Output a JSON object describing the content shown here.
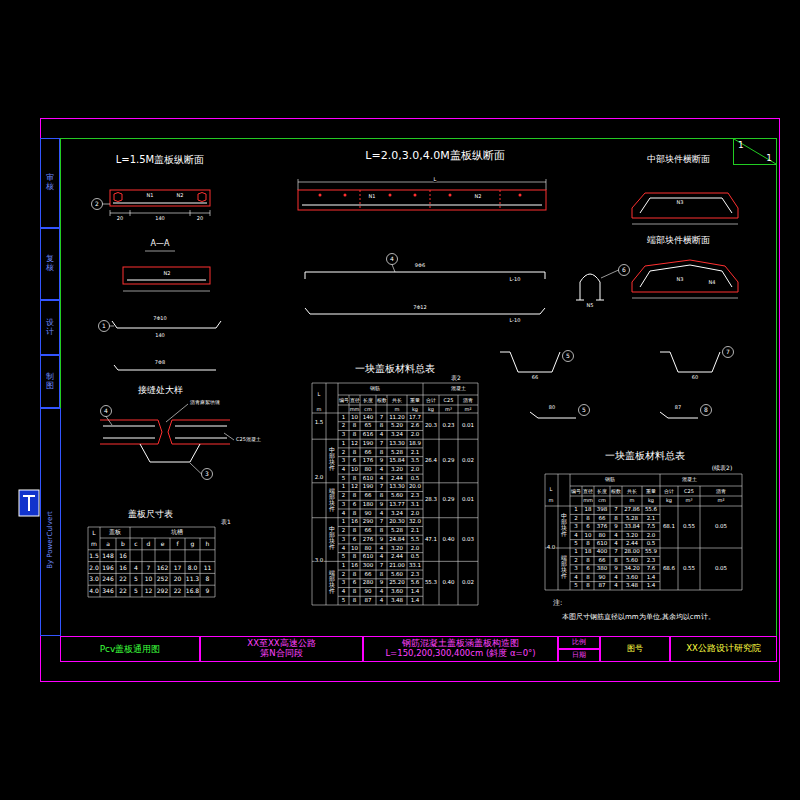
{
  "diagram": {
    "title": "钢筋混凝土盖板涵盖板构造图",
    "nodes": [
      {
        "text": [
          "审核"
        ]
      },
      {
        "text": [
          "复核"
        ]
      },
      {
        "text": [
          "设计"
        ]
      },
      {
        "text": [
          "制图"
        ]
      },
      {
        "text": [
          "1",
          "1"
        ]
      },
      {
        "text": [
          "Pcv盖板通用图"
        ]
      },
      {
        "text": [
          "XX至XX高速公路",
          "第N合同段"
        ]
      },
      {
        "text": [
          "钢筋混凝土盖板涵盖板构造图",
          "L=150,200,300,400cm (斜度 α=0°)"
        ]
      },
      {
        "text": [
          "比例"
        ]
      },
      {
        "text": [
          "日期"
        ]
      },
      {
        "text": [
          "图号"
        ]
      },
      {
        "text": [
          "XX公路设计研究院"
        ]
      }
    ],
    "labels": [
      "L=1.5M盖板纵断面",
      "L=2.0,3.0,4.0M盖板纵断面",
      "中部块件横断面",
      "端部块件横断面",
      "A—A",
      "接缝处大样",
      "盖板尺寸表",
      "表1",
      "一块盖板材料总表",
      "表2",
      "一块盖板材料总表",
      "注:",
      "本图尺寸钢筋直径以mm为单位,其余均以cm计。",
      "2",
      "1",
      "4",
      "5",
      "6",
      "7",
      "5",
      "8",
      "4",
      "3",
      "L",
      "140",
      "20",
      "20",
      "N1",
      "N2",
      "N1",
      "N2",
      "N3",
      "N3",
      "N4",
      "N2",
      "140",
      "7Φ10",
      "7Φ8",
      "9Φ6",
      "7Φ12",
      "L-10",
      "L-10",
      "66",
      "60",
      "80",
      "87",
      "沥青麻絮填缝",
      "C25混凝土",
      "N5",
      "By PowerCulvert",
      "L",
      "盖板",
      "坑槽",
      "m",
      "a",
      "b",
      "c",
      "d",
      "e",
      "f",
      "g",
      "h",
      "1.5",
      "148",
      "16",
      "2.0",
      "196",
      "16",
      "4",
      "7",
      "162",
      "17",
      "8.0",
      "11",
      "3.0",
      "246",
      "22",
      "5",
      "10",
      "252",
      "20",
      "11.3",
      "8",
      "4.0",
      "346",
      "22",
      "5",
      "12",
      "292",
      "22",
      "16.8",
      "9",
      "L",
      "钢筋",
      "混凝土",
      "编号",
      "直径",
      "长度",
      "根数",
      "共长",
      "重量",
      "合计",
      "C25",
      "沥青",
      "m",
      "mm",
      "cm",
      "m",
      "kg",
      "kg",
      "m³",
      "m²",
      "1",
      "10",
      "140",
      "7",
      "11.20",
      "17.7",
      "2",
      "8",
      "65",
      "8",
      "5.20",
      "2.6",
      "3",
      "8",
      "616",
      "4",
      "3.24",
      "2.0",
      "1",
      "12",
      "190",
      "7",
      "13.30",
      "18.9",
      "2",
      "8",
      "66",
      "8",
      "5.28",
      "2.1",
      "3",
      "6",
      "176",
      "9",
      "15.84",
      "3.5",
      "4",
      "10",
      "80",
      "4",
      "3.20",
      "2.0",
      "5",
      "8",
      "610",
      "4",
      "2.44",
      "0.5",
      "1",
      "12",
      "190",
      "7",
      "13.30",
      "20.0",
      "2",
      "8",
      "66",
      "8",
      "5.60",
      "2.3",
      "3",
      "6",
      "180",
      "9",
      "13.77",
      "3.1",
      "4",
      "8",
      "90",
      "4",
      "3.24",
      "2.0",
      "1",
      "16",
      "290",
      "7",
      "20.30",
      "32.0",
      "2",
      "8",
      "66",
      "8",
      "5.28",
      "2.1",
      "3",
      "6",
      "276",
      "9",
      "24.84",
      "5.5",
      "4",
      "10",
      "80",
      "4",
      "3.20",
      "2.0",
      "5",
      "8",
      "610",
      "4",
      "2.44",
      "0.5",
      "1",
      "16",
      "300",
      "7",
      "21.00",
      "33.1",
      "2",
      "8",
      "66",
      "8",
      "5.60",
      "2.3",
      "3",
      "6",
      "280",
      "9",
      "25.20",
      "5.6",
      "4",
      "8",
      "90",
      "4",
      "3.60",
      "1.4",
      "5",
      "8",
      "87",
      "4",
      "3.48",
      "1.4",
      "1.5",
      "2.0",
      "3.0",
      "中部块件",
      "端部块件",
      "中部块件",
      "端部块件",
      "20.3",
      "0.23",
      "0.01",
      "26.4",
      "0.29",
      "0.02",
      "28.3",
      "0.29",
      "0.01",
      "47.1",
      "0.40",
      "0.03",
      "55.3",
      "0.40",
      "0.02",
      "(续表2)",
      "L",
      "钢筋",
      "混凝土",
      "编号",
      "直径",
      "长度",
      "根数",
      "共长",
      "重量",
      "合计",
      "C25",
      "沥青",
      "m",
      "mm",
      "cm",
      "m",
      "kg",
      "kg",
      "m³",
      "m²",
      "1",
      "18",
      "398",
      "7",
      "27.86",
      "55.6",
      "2",
      "8",
      "66",
      "8",
      "5.28",
      "2.1",
      "3",
      "6",
      "376",
      "9",
      "33.84",
      "7.5",
      "4",
      "10",
      "80",
      "4",
      "3.20",
      "2.0",
      "5",
      "8",
      "610",
      "4",
      "2.44",
      "0.5",
      "1",
      "18",
      "400",
      "7",
      "28.00",
      "55.9",
      "2",
      "8",
      "66",
      "8",
      "5.60",
      "2.3",
      "3",
      "6",
      "380",
      "9",
      "34.20",
      "7.6",
      "4",
      "8",
      "90",
      "4",
      "3.60",
      "1.4",
      "5",
      "8",
      "87",
      "4",
      "3.48",
      "1.4",
      "4.0",
      "中部块件",
      "端部块件",
      "68.1",
      "0.55",
      "0.05",
      "68.6",
      "0.55",
      "0.05"
    ]
  }
}
